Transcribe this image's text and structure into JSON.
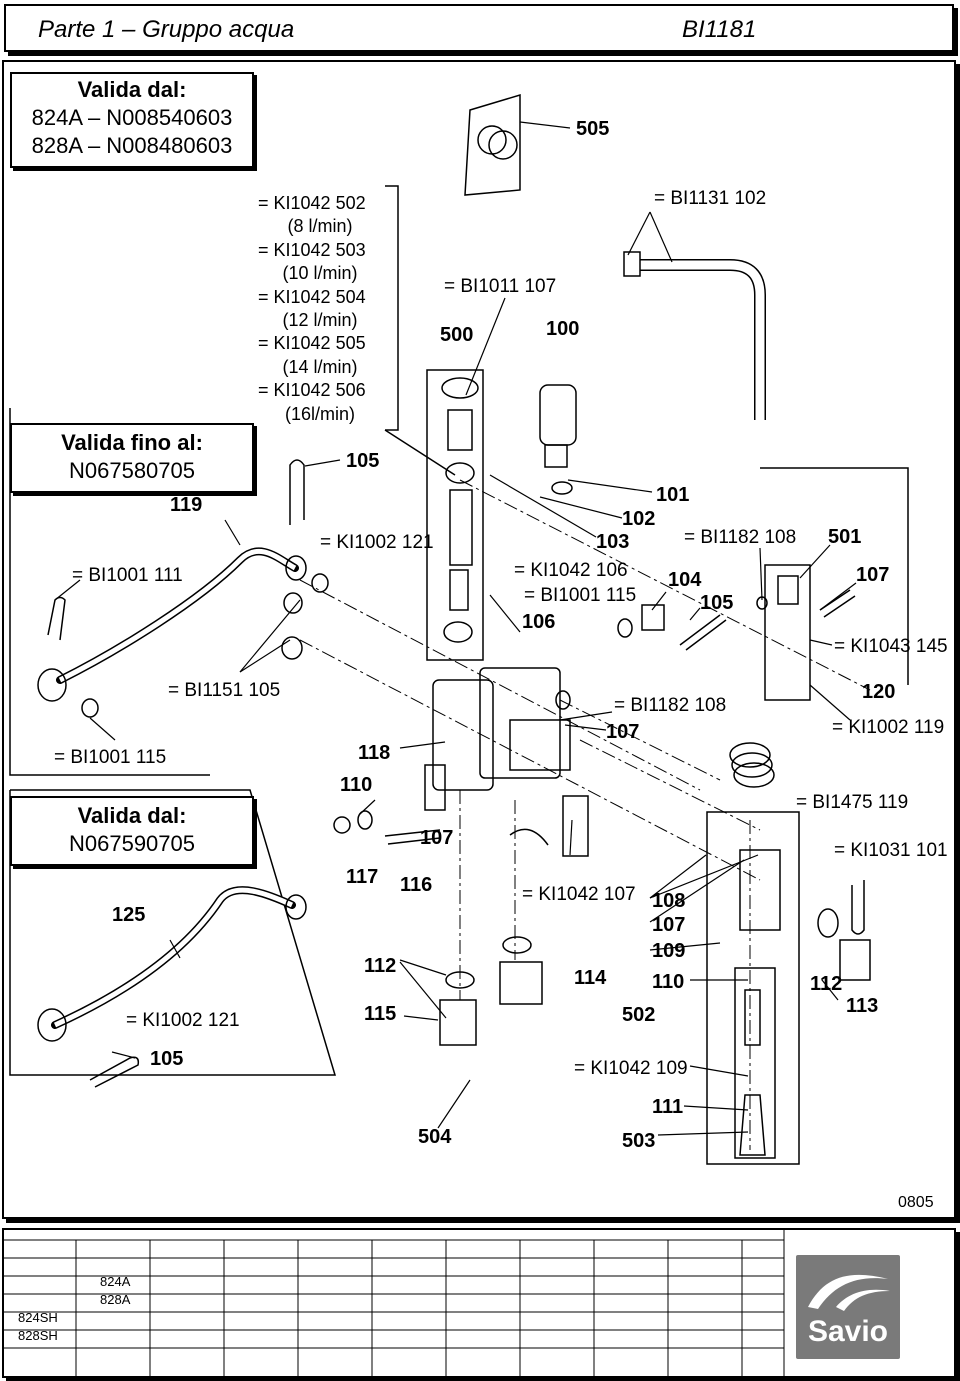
{
  "header": {
    "title": "Parte 1 – Gruppo acqua",
    "code": "BI1181"
  },
  "validity": {
    "box1": {
      "title": "Valida dal:",
      "line1": "824A – N008540603",
      "line2": "828A – N008480603"
    },
    "box2": {
      "title": "Valida fino al:",
      "line1": "N067580705"
    },
    "box3": {
      "title": "Valida dal:",
      "line1": "N067590705"
    }
  },
  "flow_list": [
    "= KI1042 502",
    "(8 l/min)",
    "= KI1042 503",
    "(10 l/min)",
    "= KI1042 504",
    "(12 l/min)",
    "= KI1042 505",
    "(14 l/min)",
    "= KI1042 506",
    "(16l/min)"
  ],
  "refs": {
    "r_bi1011_107": "= BI1011 107",
    "r_bi1131_102": "= BI1131 102",
    "r_ki1002_121_top": "= KI1002 121",
    "r_bi1001_111": "= BI1001 111",
    "r_ki1042_106": "= KI1042 106",
    "r_bi1001_115_mid": "= BI1001 115",
    "r_bi1182_108_top": "= BI1182 108",
    "r_ki1043_145": "= KI1043 145",
    "r_bi1151_105": "= BI1151 105",
    "r_bi1182_108_mid": "= BI1182 108",
    "r_ki1002_119": "= KI1002 119",
    "r_bi1001_115_left": "= BI1001 115",
    "r_bi1475_119": "= BI1475 119",
    "r_ki1031_101": "= KI1031 101",
    "r_ki1042_107": "= KI1042 107",
    "r_ki1002_121_bot": "= KI1002 121",
    "r_ki1042_109": "= KI1042 109"
  },
  "parts": {
    "p505": "505",
    "p500": "500",
    "p100": "100",
    "p105a": "105",
    "p119": "119",
    "p101": "101",
    "p102": "102",
    "p103": "103",
    "p501": "501",
    "p104": "104",
    "p107a": "107",
    "p105b": "105",
    "p106": "106",
    "p120": "120",
    "p107b": "107",
    "p118": "118",
    "p110a": "110",
    "p107c": "107",
    "p117": "117",
    "p116": "116",
    "p125": "125",
    "p108": "108",
    "p107d": "107",
    "p109": "109",
    "p110b": "110",
    "p112a": "112",
    "p114": "114",
    "p112b": "112",
    "p113": "113",
    "p115": "115",
    "p502": "502",
    "p105c": "105",
    "p111": "111",
    "p504": "504",
    "p503": "503"
  },
  "footer_code": "0805",
  "table": {
    "models_a": [
      "824A",
      "828A"
    ],
    "models_b": [
      "824SH",
      "828SH"
    ]
  },
  "brand": {
    "name": "Savio",
    "color": "#7a7a7a"
  }
}
